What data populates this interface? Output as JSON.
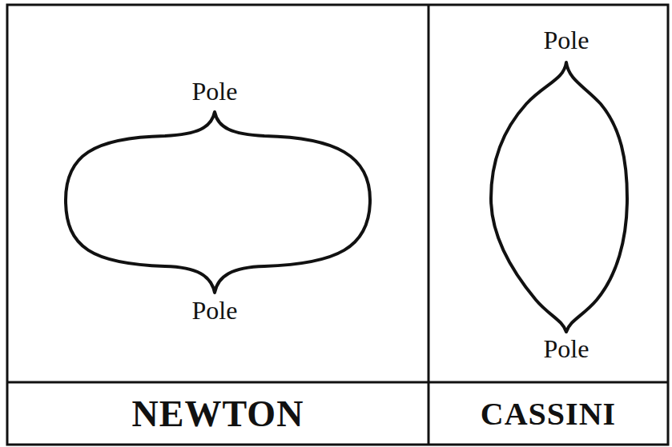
{
  "diagram": {
    "nodes": [
      {
        "text": [
          "NEWTON"
        ]
      },
      {
        "text": [
          "CASSINI"
        ]
      }
    ],
    "labels": [
      "Pole",
      "Pole",
      "Pole",
      "Pole"
    ]
  }
}
